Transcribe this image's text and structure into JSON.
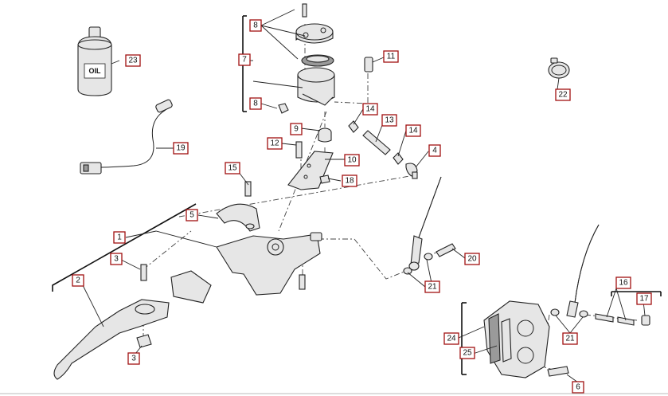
{
  "callouts": {
    "c1": "1",
    "c2": "2",
    "c3a": "3",
    "c3b": "3",
    "c4": "4",
    "c5": "5",
    "c6": "6",
    "c7": "7",
    "c8a": "8",
    "c8b": "8",
    "c9": "9",
    "c10": "10",
    "c11": "11",
    "c12": "12",
    "c13": "13",
    "c14a": "14",
    "c14b": "14",
    "c15": "15",
    "c16": "16",
    "c17": "17",
    "c18": "18",
    "c19": "19",
    "c20": "20",
    "c21a": "21",
    "c21b": "21",
    "c22": "22",
    "c23": "23",
    "c24": "24",
    "c25": "25"
  },
  "oil_label": "OIL",
  "colors": {
    "callout_border": "#a01010",
    "line": "#222222",
    "part_fill": "#e6e6e6"
  }
}
